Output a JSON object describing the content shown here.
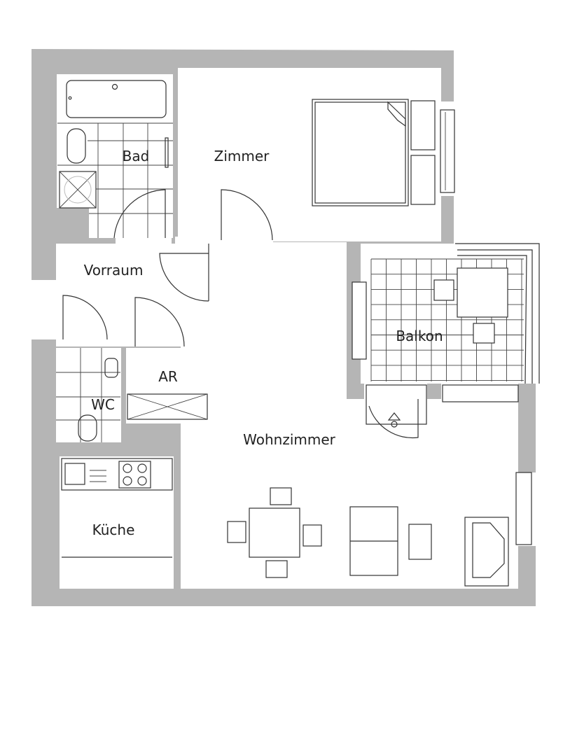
{
  "plan": {
    "wall_color": "#b5b5b5",
    "line_color": "#333333",
    "rooms": {
      "bad": "Bad",
      "zimmer": "Zimmer",
      "vorraum": "Vorraum",
      "balkon": "Balkon",
      "ar": "AR",
      "wc": "WC",
      "wohnzimmer": "Wohnzimmer",
      "kueche": "Küche"
    }
  }
}
